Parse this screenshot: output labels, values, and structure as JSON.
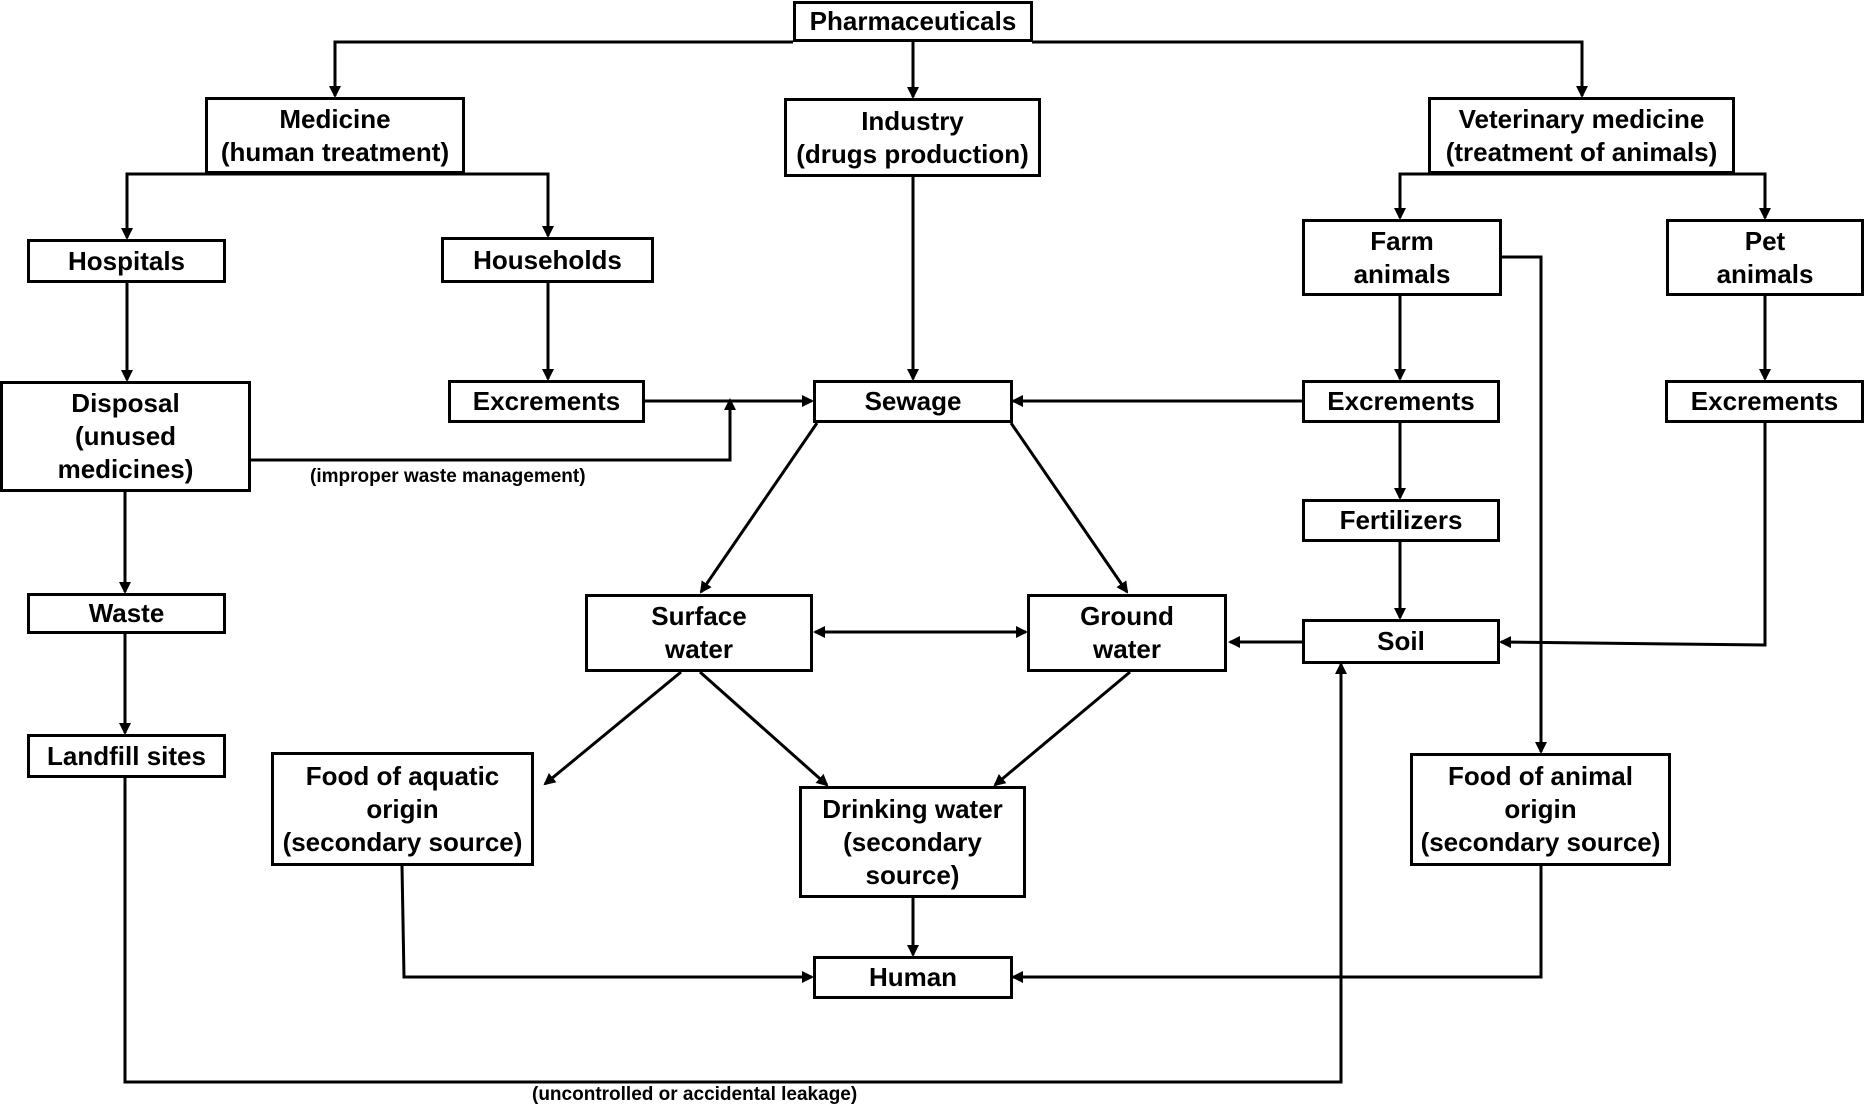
{
  "nodes": {
    "pharmaceuticals": "Pharmaceuticals",
    "medicine": "Medicine\n(human treatment)",
    "industry": "Industry\n(drugs production)",
    "veterinary": "Veterinary medicine\n(treatment of animals)",
    "hospitals": "Hospitals",
    "households": "Households",
    "farm_animals": "Farm\nanimals",
    "pet_animals": "Pet\nanimals",
    "disposal": "Disposal\n(unused\nmedicines)",
    "excrements_human": "Excrements",
    "sewage": "Sewage",
    "excrements_farm": "Excrements",
    "excrements_pet": "Excrements",
    "fertilizers": "Fertilizers",
    "waste": "Waste",
    "surface_water": "Surface\nwater",
    "ground_water": "Ground\nwater",
    "soil": "Soil",
    "landfill": "Landfill sites",
    "food_aquatic": "Food of aquatic\norigin\n(secondary source)",
    "drinking_water": "Drinking water\n(secondary\nsource)",
    "food_animal": "Food of animal\norigin\n(secondary source)",
    "human": "Human"
  },
  "notes": {
    "improper_waste": "(improper waste management)",
    "leakage": "(uncontrolled or accidental leakage)"
  },
  "colors": {
    "line": "#000000",
    "box_fill": "#ffffff",
    "background": "#ffffff"
  }
}
